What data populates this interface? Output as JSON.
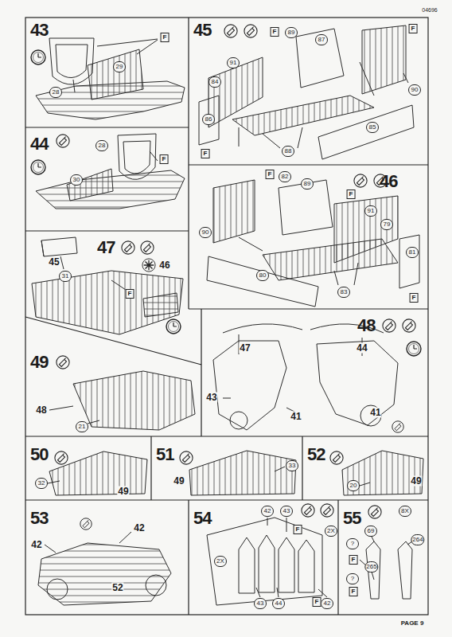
{
  "diagram": {
    "nodes": [
      {
        "text": [
          "43"
        ]
      },
      {
        "text": [
          "44"
        ]
      },
      {
        "text": [
          "45"
        ]
      },
      {
        "text": [
          "46"
        ]
      },
      {
        "text": [
          "47"
        ]
      },
      {
        "text": [
          "48"
        ]
      },
      {
        "text": [
          "49"
        ]
      },
      {
        "text": [
          "50"
        ]
      },
      {
        "text": [
          "51"
        ]
      },
      {
        "text": [
          "52"
        ]
      },
      {
        "text": [
          "53"
        ]
      },
      {
        "text": [
          "54"
        ]
      },
      {
        "text": [
          "55"
        ]
      }
    ],
    "labels": [
      "04696",
      "PAGE 9",
      "28",
      "29",
      "F",
      "28",
      "30",
      "F",
      "89",
      "87",
      "91",
      "84",
      "86",
      "85",
      "88",
      "90",
      "F",
      "F",
      "F",
      "82",
      "89",
      "91",
      "79",
      "81",
      "80",
      "83",
      "90",
      "F",
      "F",
      "F",
      "45",
      "31",
      "46",
      "F",
      "47",
      "44",
      "43",
      "41",
      "41",
      "48",
      "21",
      "32",
      "49",
      "49",
      "33",
      "20",
      "49",
      "42",
      "42",
      "52",
      "42",
      "43",
      "2X",
      "2X",
      "43",
      "44",
      "42",
      "F",
      "F",
      "8X",
      "69",
      "264",
      "265",
      "?",
      "?",
      "F",
      "F"
    ]
  }
}
